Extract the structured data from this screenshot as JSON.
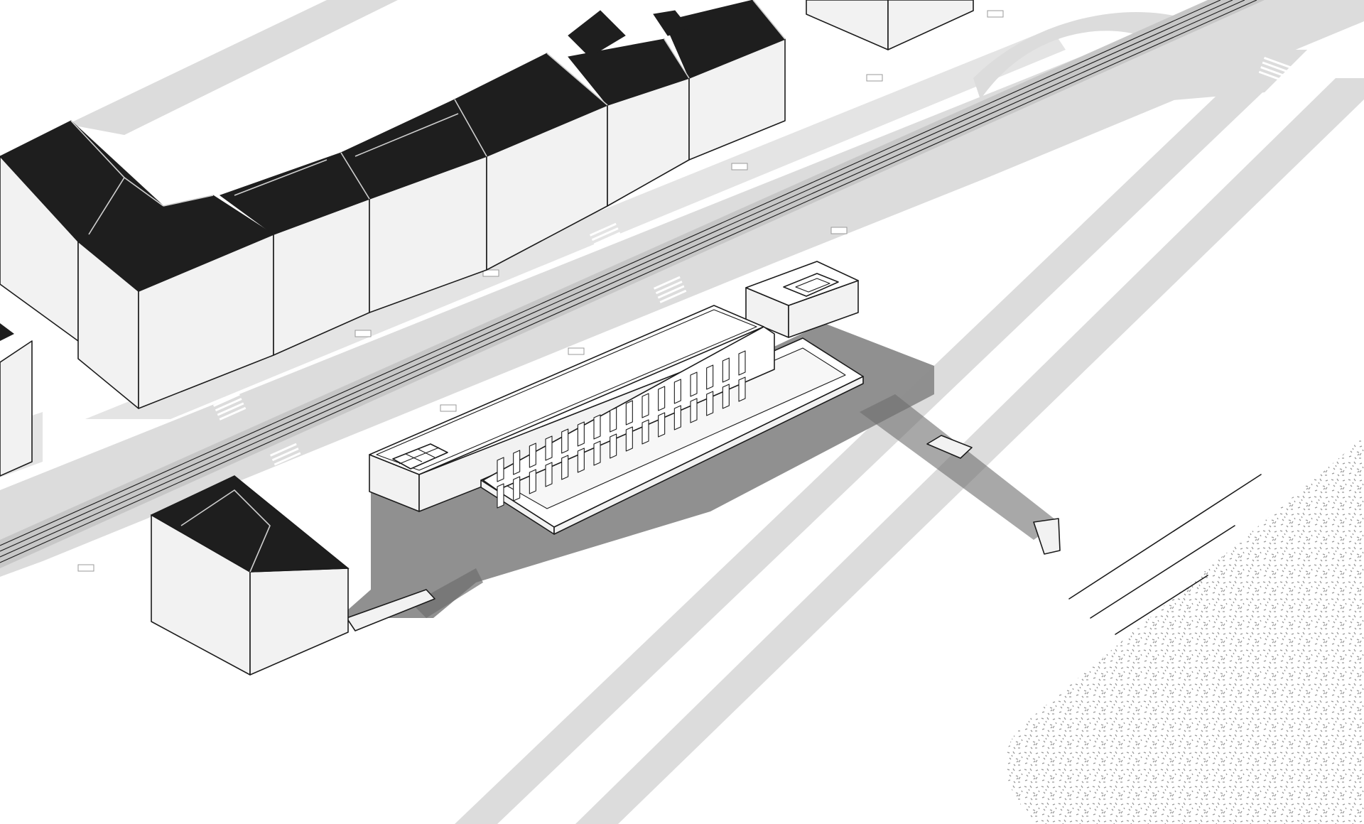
{
  "drawing": {
    "kind": "axonometric site diagram",
    "text_labels": []
  },
  "palette": {
    "background": "#ffffff",
    "road": "#dcdcdc",
    "track_band": "#c7c7c7",
    "shadow": "#8a8a8a",
    "facade": "#f2f2f2",
    "roof": "#1e1e1e",
    "outline": "#1b1b1b",
    "gravel": "#9a9a9a"
  },
  "icons": [
    "crosswalk-stripes",
    "rail-track",
    "roof-skylight"
  ]
}
